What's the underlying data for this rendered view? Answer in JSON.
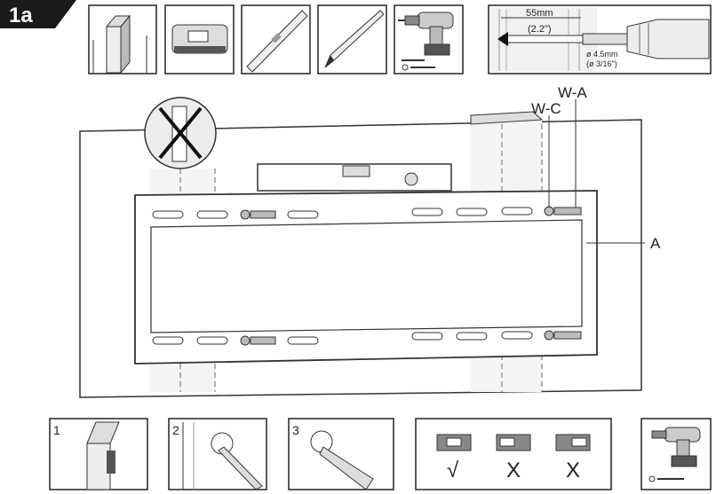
{
  "step": {
    "number": "1a"
  },
  "tools": {
    "drill_detail": {
      "depth": "55mm",
      "depth_in": "(2.2\")",
      "bit": "ø 4.5mm",
      "bit_in": "(ø 3/16\")"
    }
  },
  "labels": {
    "wa": "W-A",
    "wc": "W-C",
    "a": "A"
  },
  "steps": {
    "s1": "1",
    "s2": "2",
    "s3": "3"
  },
  "level_check": {
    "ok": "√",
    "bad1": "X",
    "bad2": "X"
  }
}
